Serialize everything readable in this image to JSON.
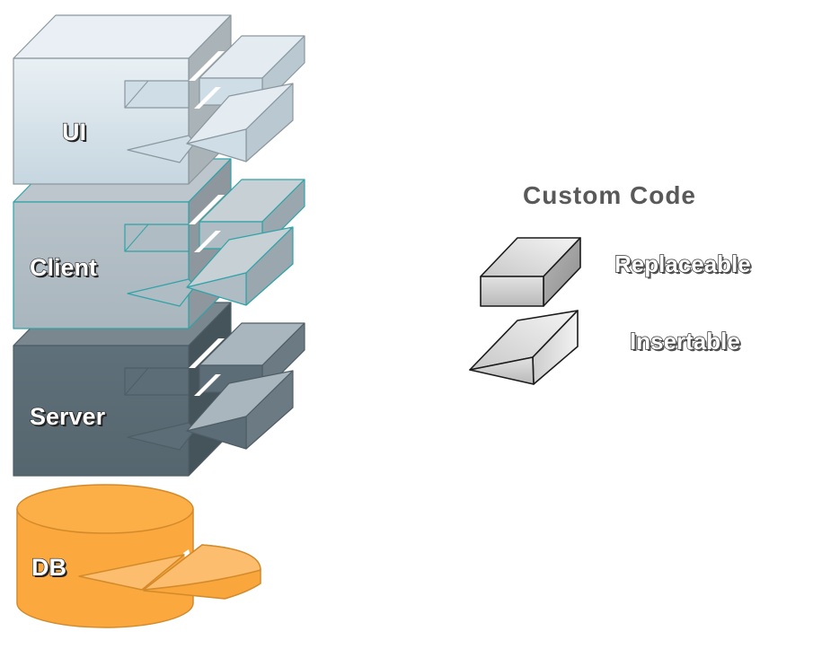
{
  "diagram": {
    "layers": [
      {
        "id": "ui",
        "label": "UI",
        "shape": "cube",
        "colors": {
          "front": "#d3e0e8",
          "front_light": "#e6eef3",
          "top": "#e9eff4",
          "side": "#aab3b8",
          "stroke": "#8a979e",
          "piece_front": "#cfdde6",
          "piece_top": "#e4ecf2",
          "piece_side": "#bac8d1"
        },
        "custom_pieces": [
          "replaceable",
          "insertable"
        ]
      },
      {
        "id": "client",
        "label": "Client",
        "shape": "cube",
        "colors": {
          "front": "#b2bec6",
          "front_light": "#bdc7ce",
          "top": "#bcc6cc",
          "side": "#8d979d",
          "stroke": "#2ea3a8",
          "piece_front": "#afbcc4",
          "piece_top": "#c6d0d5",
          "piece_side": "#9ba7ae"
        },
        "custom_pieces": [
          "replaceable",
          "insertable"
        ]
      },
      {
        "id": "server",
        "label": "Server",
        "shape": "cube",
        "colors": {
          "front": "#5a6b76",
          "front_light": "#63737d",
          "top": "#7a878f",
          "side": "#45535b",
          "stroke": "#4e5d66",
          "piece_front": "#5d6d77",
          "piece_top": "#a9b6bd",
          "piece_side": "#6b7a83"
        },
        "custom_pieces": [
          "replaceable",
          "insertable"
        ]
      },
      {
        "id": "db",
        "label": "DB",
        "shape": "cylinder",
        "colors": {
          "body": "#fba93f",
          "top": "#fcae47",
          "stroke": "#d38a2a",
          "wedge": "#fdbd6e",
          "wedge_side": "#f9a73c"
        },
        "custom_pieces": [
          "insertable"
        ]
      }
    ]
  },
  "legend": {
    "title": "Custom Code",
    "items": [
      {
        "id": "replaceable",
        "label": "Replaceable",
        "icon": "box-icon"
      },
      {
        "id": "insertable",
        "label": "Insertable",
        "icon": "wedge-icon"
      }
    ],
    "colors": {
      "icon_light": "#f0f0f0",
      "icon_mid": "#cfcfcf",
      "icon_dark": "#a6a6a6",
      "icon_stroke": "#1a1a1a"
    }
  }
}
